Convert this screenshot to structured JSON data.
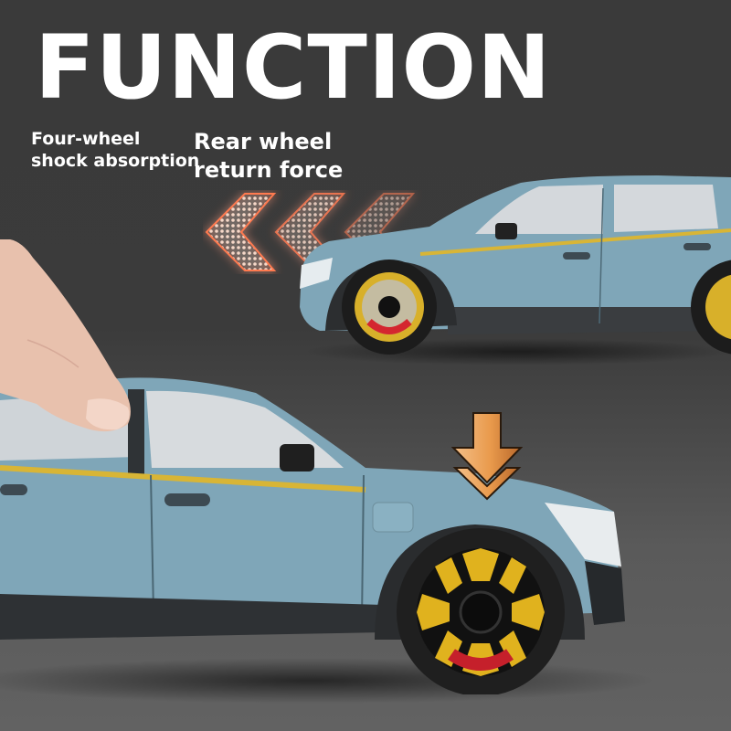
{
  "header": {
    "title": "FUNCTION"
  },
  "features": {
    "shock": {
      "lines": [
        "Four-wheel",
        "shock absorption"
      ]
    },
    "return_force": {
      "lines": [
        "Rear wheel",
        "return force"
      ]
    }
  },
  "colors": {
    "background_top": "#3a3a3a",
    "background_floor": "#626262",
    "title_text": "#ffffff",
    "car_body": "#7fa6b8",
    "trim_gold": "#d8b536",
    "rim_gold": "#e0b21e",
    "brake_red": "#c5202b",
    "arrow_glow": "#ff6a3d",
    "down_arrow": "#e39a4e"
  },
  "illustration": {
    "top_car": "suv-side-view-moving-backward",
    "bottom_car": "suv-front-three-quarter-pressed-down",
    "arrow_left_count": 3,
    "down_arrow_icon": "double-chevron-down-icon"
  }
}
